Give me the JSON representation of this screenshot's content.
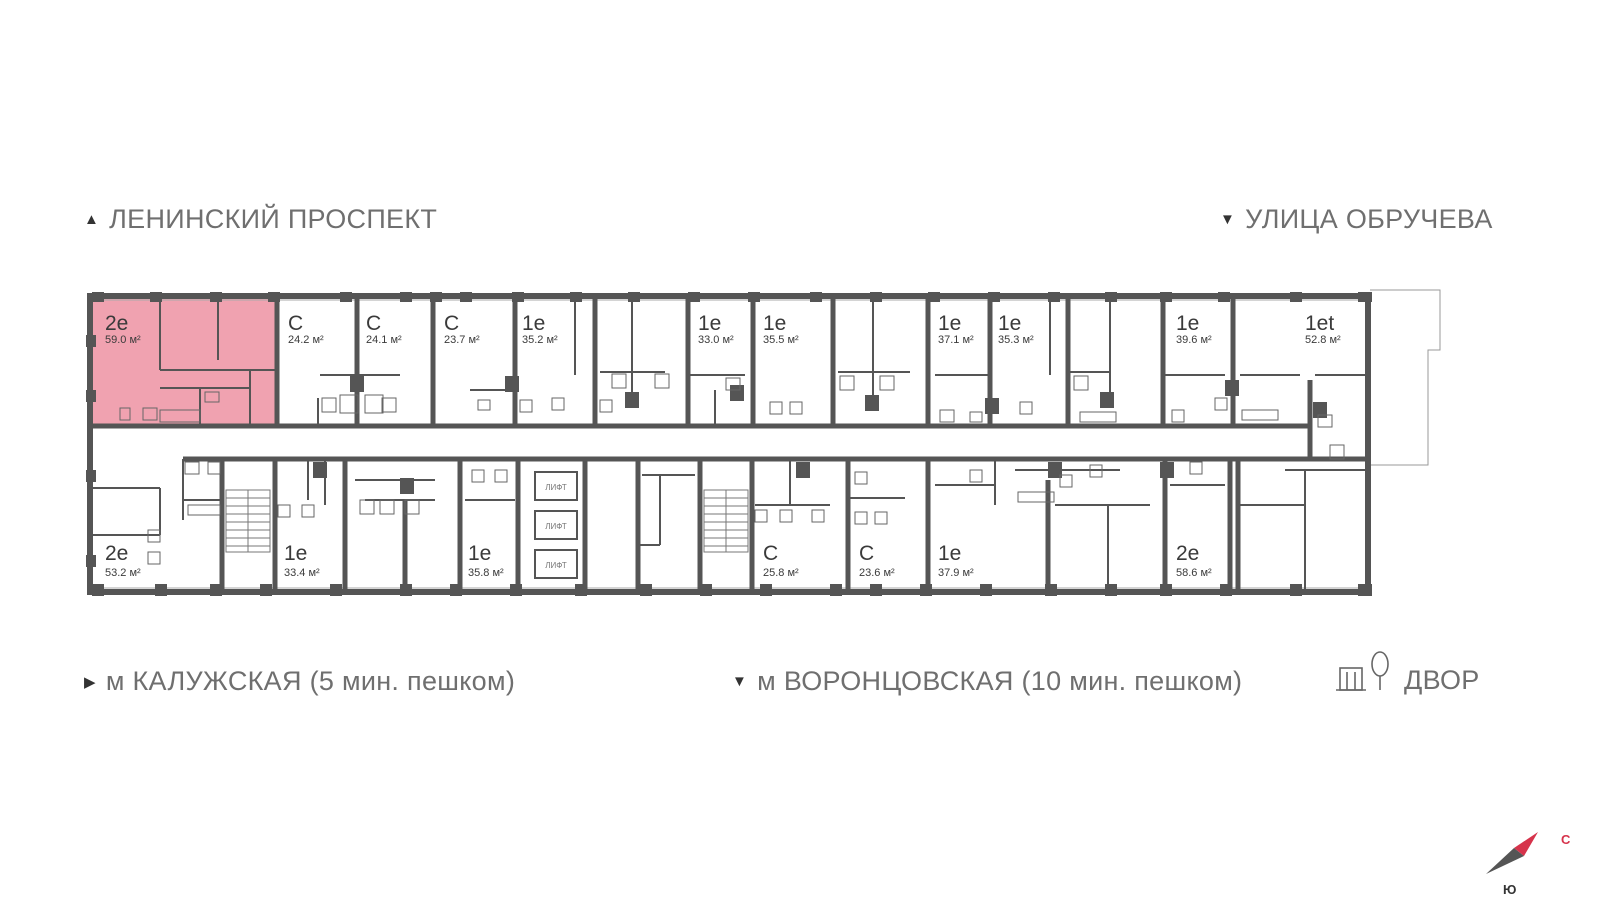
{
  "streets": {
    "top_left": "ЛЕНИНСКИЙ ПРОСПЕКТ",
    "top_right": "УЛИЦА ОБРУЧЕВА",
    "bottom_left": "м КАЛУЖСКАЯ (5 мин. пешком)",
    "bottom_mid": "м ВОРОНЦОВСКАЯ  (10 мин. пешком)",
    "bottom_right": "ДВОР"
  },
  "arrows": {
    "up": "▲",
    "down": "▼",
    "right": "▶"
  },
  "colors": {
    "highlight": "#f0a2b0",
    "wall": "#555555",
    "accent": "#d6334b"
  },
  "lift_label": "ЛИФТ",
  "compass": {
    "north": "С",
    "south": "Ю"
  },
  "units_top": [
    {
      "type": "2e",
      "area": "59.0 м²",
      "highlighted": true
    },
    {
      "type": "С",
      "area": "24.2 м²"
    },
    {
      "type": "С",
      "area": "24.1 м²"
    },
    {
      "type": "С",
      "area": "23.7 м²"
    },
    {
      "type": "1e",
      "area": "35.2 м²"
    },
    {
      "type": "1e",
      "area": "33.0 м²"
    },
    {
      "type": "1e",
      "area": "35.5 м²"
    },
    {
      "type": "1e",
      "area": "37.1 м²"
    },
    {
      "type": "1e",
      "area": "35.3 м²"
    },
    {
      "type": "1e",
      "area": "39.6 м²"
    },
    {
      "type": "1et",
      "area": "52.8 м²"
    }
  ],
  "units_bottom": [
    {
      "type": "2e",
      "area": "53.2 м²"
    },
    {
      "type": "1e",
      "area": "33.4 м²"
    },
    {
      "type": "1e",
      "area": "35.8 м²"
    },
    {
      "type": "С",
      "area": "25.8 м²"
    },
    {
      "type": "С",
      "area": "23.6 м²"
    },
    {
      "type": "1e",
      "area": "37.9 м²"
    },
    {
      "type": "2e",
      "area": "58.6 м²"
    }
  ]
}
